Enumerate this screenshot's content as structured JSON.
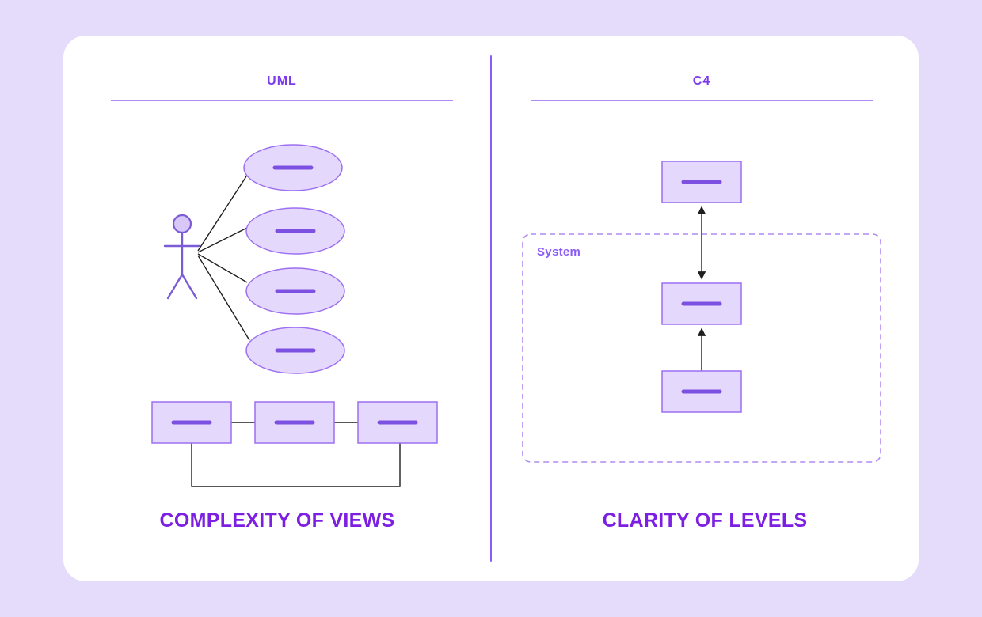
{
  "left": {
    "title": "UML",
    "caption": "COMPLEXITY OF VIEWS"
  },
  "right": {
    "title": "C4",
    "caption": "CLARITY OF LEVELS",
    "system_label": "System"
  },
  "colors": {
    "page_bg": "#e5dcfb",
    "card_bg": "#ffffff",
    "accent": "#7c3aed",
    "caption": "#7d1fe3",
    "shape_fill": "#e4d9fc",
    "shape_stroke": "#9d6ff0",
    "dash": "#7c50e0",
    "divider": "#8b5cf6",
    "rule": "#b18af2",
    "connector": "#1f1f1f",
    "actor": "#7b5cd6",
    "actor_head": "#d9c8f7",
    "system_label": "#8b5cf6"
  }
}
